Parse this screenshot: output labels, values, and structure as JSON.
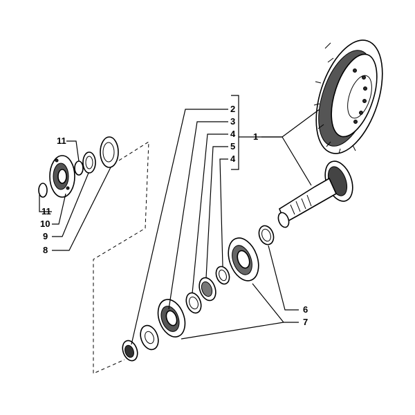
{
  "diagram": {
    "callouts": {
      "c1": "1",
      "c2": "2",
      "c3": "3",
      "c4a": "4",
      "c5": "5",
      "c4b": "4",
      "c6": "6",
      "c7": "7",
      "c8": "8",
      "c9": "9",
      "c10": "10",
      "c11a": "11",
      "c11b": "11"
    }
  }
}
